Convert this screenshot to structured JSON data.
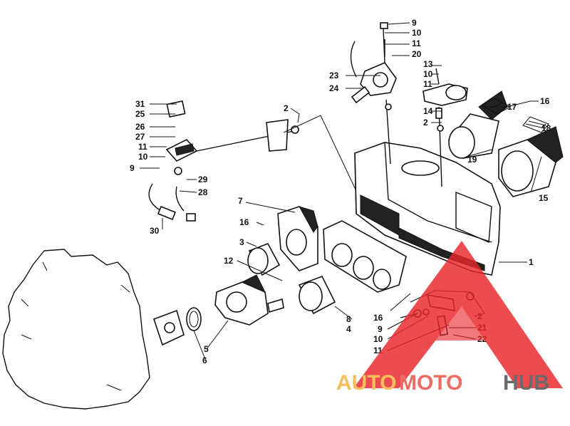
{
  "callouts": [
    {
      "id": "c9a",
      "text": "9"
    },
    {
      "id": "c10a",
      "text": "10"
    },
    {
      "id": "c11a",
      "text": "11"
    },
    {
      "id": "c20",
      "text": "20"
    },
    {
      "id": "c13",
      "text": "13"
    },
    {
      "id": "c10b",
      "text": "10"
    },
    {
      "id": "c11b",
      "text": "11"
    },
    {
      "id": "c23",
      "text": "23"
    },
    {
      "id": "c24",
      "text": "24"
    },
    {
      "id": "c14",
      "text": "14"
    },
    {
      "id": "c2a",
      "text": "2"
    },
    {
      "id": "c16a",
      "text": "16"
    },
    {
      "id": "c17",
      "text": "17"
    },
    {
      "id": "c18",
      "text": "18"
    },
    {
      "id": "c19",
      "text": "19"
    },
    {
      "id": "c15",
      "text": "15"
    },
    {
      "id": "c31",
      "text": "31"
    },
    {
      "id": "c25",
      "text": "25"
    },
    {
      "id": "c26",
      "text": "26"
    },
    {
      "id": "c27",
      "text": "27"
    },
    {
      "id": "c11c",
      "text": "11"
    },
    {
      "id": "c10c",
      "text": "10"
    },
    {
      "id": "c9b",
      "text": "9"
    },
    {
      "id": "c29",
      "text": "29"
    },
    {
      "id": "c28",
      "text": "28"
    },
    {
      "id": "c30",
      "text": "30"
    },
    {
      "id": "c2b",
      "text": "2"
    },
    {
      "id": "c7",
      "text": "7"
    },
    {
      "id": "c16b",
      "text": "16"
    },
    {
      "id": "c3",
      "text": "3"
    },
    {
      "id": "c12",
      "text": "12"
    },
    {
      "id": "c1",
      "text": "1"
    },
    {
      "id": "c16c",
      "text": "16"
    },
    {
      "id": "c8",
      "text": "8"
    },
    {
      "id": "c4",
      "text": "4"
    },
    {
      "id": "c9c",
      "text": "9"
    },
    {
      "id": "c10d",
      "text": "10"
    },
    {
      "id": "c11d",
      "text": "11"
    },
    {
      "id": "c2c",
      "text": "2"
    },
    {
      "id": "c21",
      "text": "21"
    },
    {
      "id": "c22",
      "text": "22"
    },
    {
      "id": "c5",
      "text": "5"
    },
    {
      "id": "c6",
      "text": "6"
    }
  ],
  "watermark": {
    "part1": "AUTO",
    "part2": "MOTO",
    "part3": "HUB",
    "colors": {
      "triangle": "#e8262a",
      "auto": "#f5b23a",
      "moto": "#ea4b40",
      "hub": "#4a4a4a"
    }
  }
}
